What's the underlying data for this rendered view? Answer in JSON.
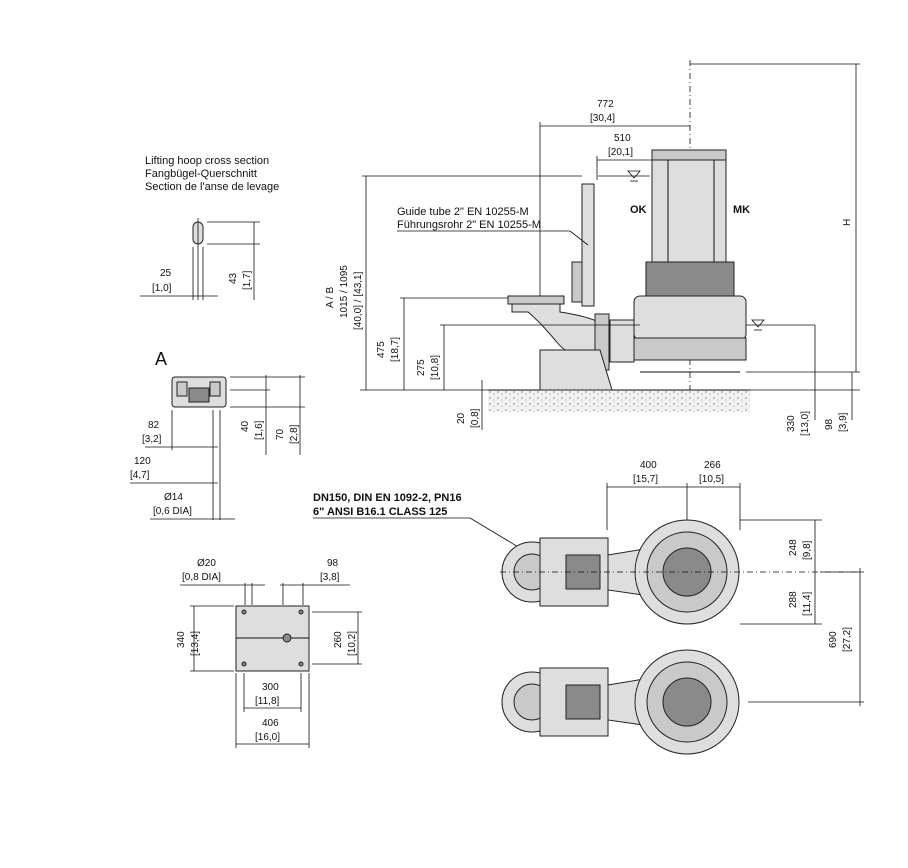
{
  "cross_section": {
    "title_en": "Lifting hoop cross section",
    "title_de": "Fangbügel-Querschnitt",
    "title_fr": "Section de l'anse de levage",
    "dim_width": "25",
    "dim_width_in": "[1,0]",
    "dim_height": "43",
    "dim_height_in": "[1,7]"
  },
  "detail_a": {
    "label": "A",
    "dim_82": "82",
    "dim_82_in": "[3,2]",
    "dim_120": "120",
    "dim_120_in": "[4,7]",
    "dim_dia": "Ø14",
    "dim_dia_in": "[0,6 DIA]",
    "dim_40": "40",
    "dim_40_in": "[1,6]",
    "dim_70": "70",
    "dim_70_in": "[2,8]"
  },
  "base_plate": {
    "dim_dia": "Ø20",
    "dim_dia_in": "[0,8 DIA]",
    "dim_98": "98",
    "dim_98_in": "[3,8]",
    "dim_340": "340",
    "dim_340_in": "[13,4]",
    "dim_260": "260",
    "dim_260_in": "[10,2]",
    "dim_300": "300",
    "dim_300_in": "[11,8]",
    "dim_406": "406",
    "dim_406_in": "[16,0]"
  },
  "side_view": {
    "dim_772": "772",
    "dim_772_in": "[30,4]",
    "dim_510": "510",
    "dim_510_in": "[20,1]",
    "guide_tube_en": "Guide tube 2\" EN 10255-M",
    "guide_tube_de": "Führungsrohr 2\" EN 10255-M",
    "ok": "OK",
    "mk": "MK",
    "dim_ab": "A  /  B",
    "dim_ab_mm": "1015 / 1095",
    "dim_ab_in": "[40,0] / [43,1]",
    "dim_475": "475",
    "dim_475_in": "[18,7]",
    "dim_275": "275",
    "dim_275_in": "[10,8]",
    "dim_20": "20",
    "dim_20_in": "[0,8]",
    "dim_330": "330",
    "dim_330_in": "[13,0]",
    "dim_98": "98",
    "dim_98_in": "[3,9]",
    "dim_h": "H"
  },
  "plan_view": {
    "dim_400": "400",
    "dim_400_in": "[15,7]",
    "dim_266": "266",
    "dim_266_in": "[10,5]",
    "flange_line1": "DN150, DIN EN 1092-2, PN16",
    "flange_line2": "6\" ANSI B16.1 CLASS 125",
    "dim_248": "248",
    "dim_248_in": "[9,8]",
    "dim_288": "288",
    "dim_288_in": "[11,4]",
    "dim_690": "690",
    "dim_690_in": "[27,2]"
  },
  "colors": {
    "line": "#111111",
    "body": "#dedede",
    "shade": "#8a8a8a",
    "ground": "#e6e6e6"
  }
}
